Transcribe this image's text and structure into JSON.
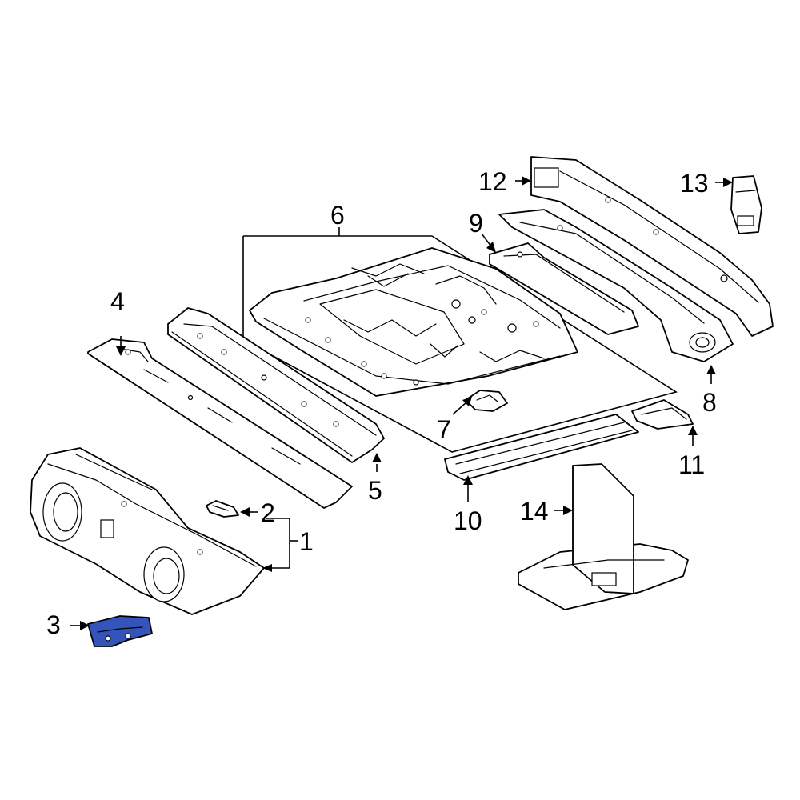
{
  "callouts": [
    {
      "id": "1",
      "label": "1"
    },
    {
      "id": "2",
      "label": "2"
    },
    {
      "id": "3",
      "label": "3"
    },
    {
      "id": "4",
      "label": "4"
    },
    {
      "id": "5",
      "label": "5"
    },
    {
      "id": "6",
      "label": "6"
    },
    {
      "id": "7",
      "label": "7"
    },
    {
      "id": "8",
      "label": "8"
    },
    {
      "id": "9",
      "label": "9"
    },
    {
      "id": "10",
      "label": "10"
    },
    {
      "id": "11",
      "label": "11"
    },
    {
      "id": "12",
      "label": "12"
    },
    {
      "id": "13",
      "label": "13"
    },
    {
      "id": "14",
      "label": "14"
    }
  ],
  "highlight": {
    "part": "3",
    "color": "#3355bb"
  }
}
